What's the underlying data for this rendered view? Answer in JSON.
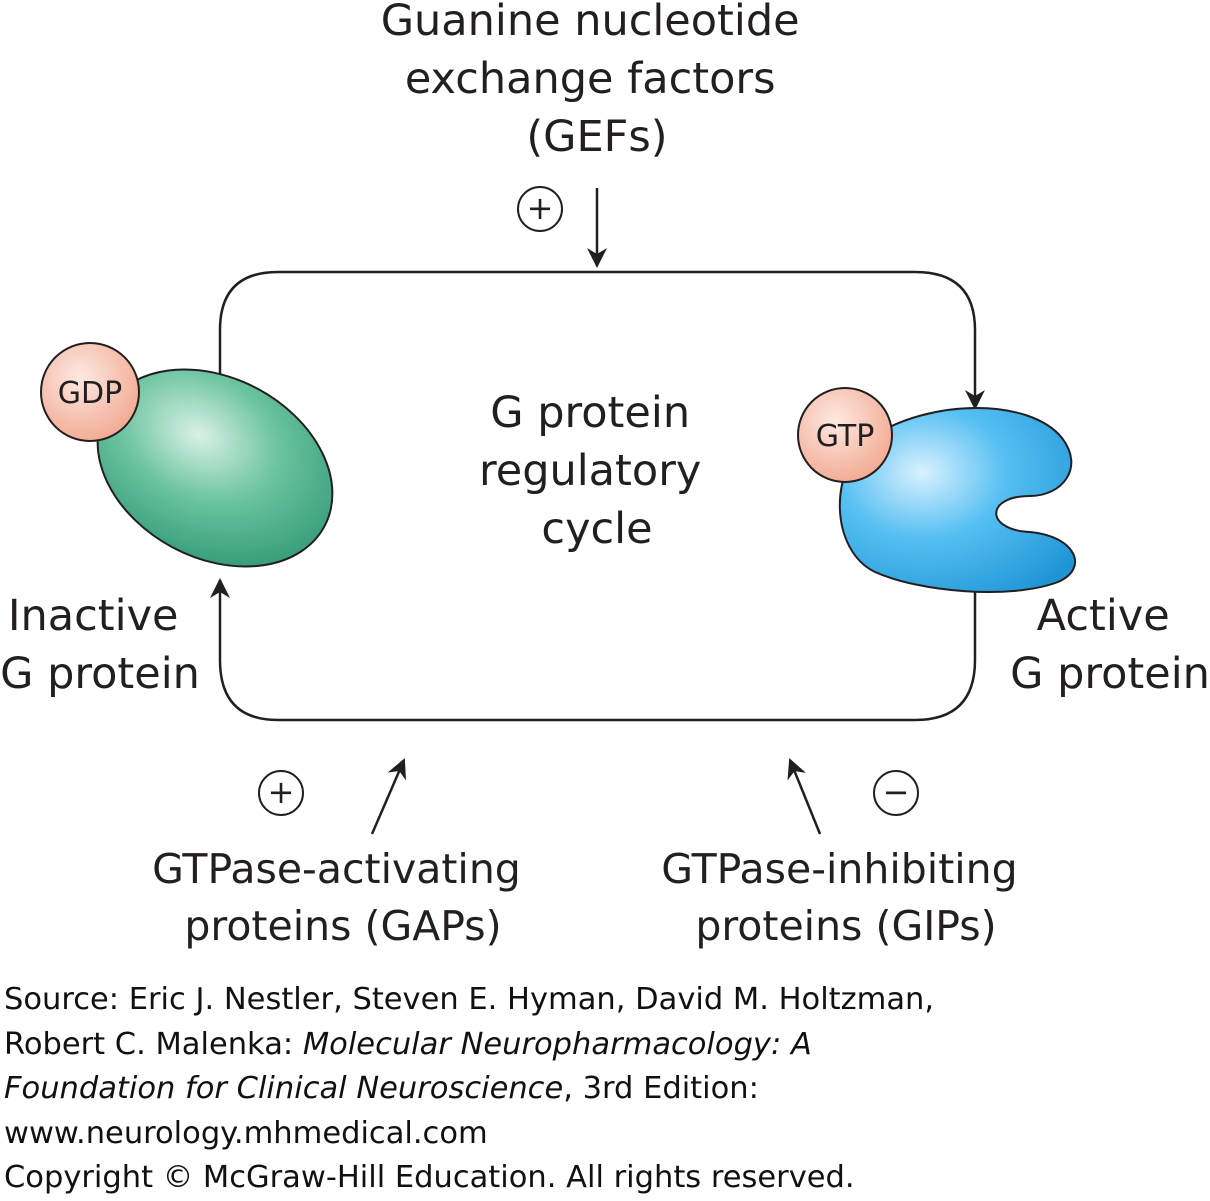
{
  "diagram": {
    "gef_label": [
      "Guanine nucleotide",
      "exchange factors",
      "(GEFs)"
    ],
    "gef_sign": "+",
    "center_label": [
      "G protein",
      "regulatory",
      "cycle"
    ],
    "inactive_nucleotide": "GDP",
    "active_nucleotide": "GTP",
    "inactive_label": [
      "Inactive",
      "G protein"
    ],
    "active_label": [
      "Active",
      "G protein"
    ],
    "gap_sign": "+",
    "gap_label": [
      "GTPase-activating",
      "proteins (GAPs)"
    ],
    "gip_sign": "−",
    "gip_label": [
      "GTPase-inhibiting",
      "proteins (GIPs)"
    ],
    "colors": {
      "inactive_protein": "#3aa37c",
      "active_protein": "#2aa6e6",
      "nucleotide": "#f5b8a6",
      "stroke": "#231f20"
    }
  },
  "source": {
    "line1": "Source: Eric J. Nestler, Steven E. Hyman, David M. Holtzman,",
    "line2_prefix": "Robert C. Malenka: ",
    "line2_italic": "Molecular Neuropharmacology: A",
    "line3_italic": "Foundation for Clinical Neuroscience",
    "line3_suffix": ", 3rd Edition:",
    "line4": "www.neurology.mhmedical.com",
    "line5": "Copyright © McGraw-Hill Education. All rights reserved."
  }
}
